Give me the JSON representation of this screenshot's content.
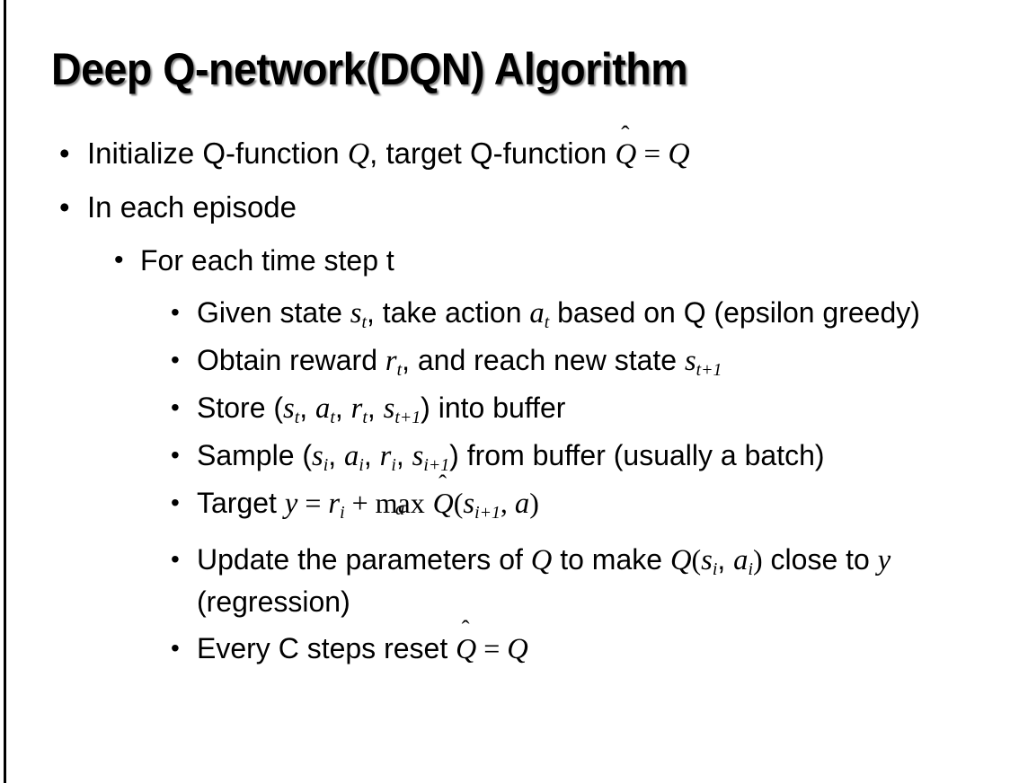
{
  "slide": {
    "title": "Deep Q-network(DQN) Algorithm",
    "background_color": "#ffffff",
    "text_color": "#000000",
    "bullet_glyph": "•"
  },
  "bullets": {
    "b1": {
      "level": 1,
      "text": "Initialize Q-function Q, target Q-function Q̂ = Q",
      "pre": "Initialize Q-function ",
      "var1": "Q",
      "mid": ", target Q-function ",
      "hat_var": "Q",
      "eq": " = ",
      "var2": "Q"
    },
    "b2": {
      "level": 1,
      "text": "In each episode"
    },
    "b3": {
      "level": 2,
      "text": "For each time step t"
    },
    "b4": {
      "level": 3,
      "text": "Given state s_t, take action a_t based on Q (epsilon greedy)",
      "pre": "Given state ",
      "var1": "s",
      "sub1": "t",
      "mid": ", take action ",
      "var2": "a",
      "sub2": "t",
      "post": " based on Q (epsilon greedy)"
    },
    "b5": {
      "level": 3,
      "text": "Obtain reward r_t, and reach new state s_{t+1}",
      "pre": "Obtain reward ",
      "var1": "r",
      "sub1": "t",
      "mid": ", and reach new state ",
      "var2": "s",
      "sub2": "t+1"
    },
    "b6": {
      "level": 3,
      "text": "Store (s_t, a_t, r_t, s_{t+1}) into buffer",
      "pre": "Store (",
      "v1": "s",
      "s1": "t",
      "v2": "a",
      "s2": "t",
      "v3": "r",
      "s3": "t",
      "v4": "s",
      "s4": "t+1",
      "post": ") into buffer",
      "sep": ", "
    },
    "b7": {
      "level": 3,
      "text": "Sample (s_i, a_i, r_i, s_{i+1}) from buffer (usually a batch)",
      "pre": "Sample (",
      "v1": "s",
      "s1": "i",
      "v2": "a",
      "s2": "i",
      "v3": "r",
      "s3": "i",
      "v4": "s",
      "s4": "i+1",
      "post": ") from buffer (usually a batch)",
      "sep": ", "
    },
    "b8": {
      "level": 3,
      "text": "Target y = r_i + max_a Q̂(s_{i+1}, a)",
      "pre": "Target ",
      "y": "y",
      "eq": " = ",
      "r": "r",
      "rsub": "i",
      "plus": " + ",
      "maxop": "max",
      "maxsub": "a",
      "hat_var": "Q",
      "open": "(",
      "s": "s",
      "ssub": "i+1",
      "comma": ", ",
      "a": "a",
      "close": ")"
    },
    "b9": {
      "level": 3,
      "text": "Update the parameters of Q to make Q(s_i, a_i) close to y (regression)",
      "pre": "Update the parameters of ",
      "q1": "Q",
      "mid": " to make ",
      "q2": "Q",
      "open": "(",
      "v1": "s",
      "s1": "i",
      "sep": ", ",
      "v2": "a",
      "s2": "i",
      "close": ")",
      "post": " close to ",
      "y": "y",
      "tail": " (regression)"
    },
    "b10": {
      "level": 3,
      "text": "Every C steps reset Q̂ = Q",
      "pre": "Every C steps reset ",
      "hat_var": "Q",
      "eq": " = ",
      "var2": "Q"
    }
  }
}
